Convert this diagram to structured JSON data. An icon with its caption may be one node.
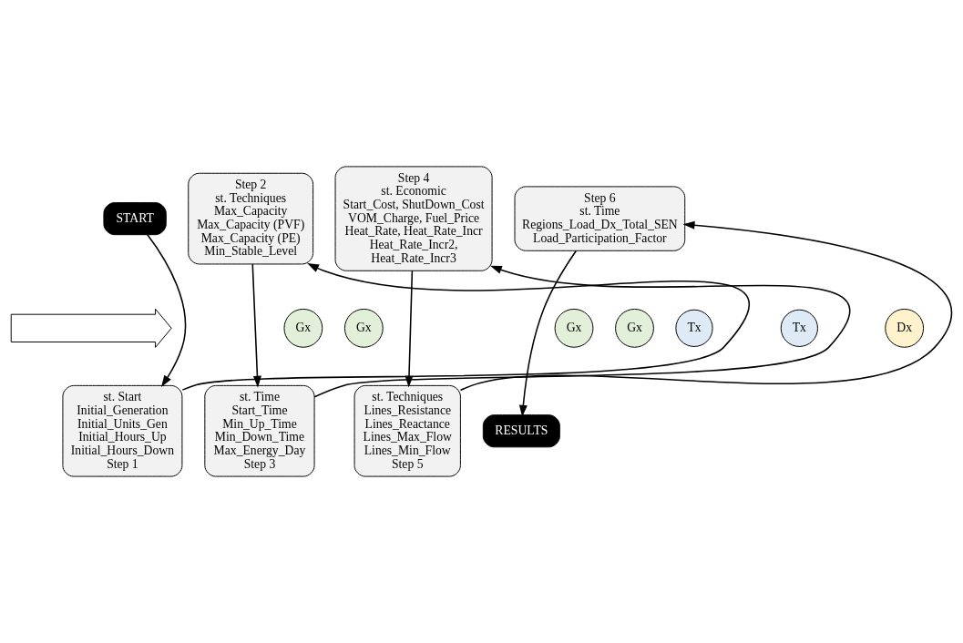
{
  "diagram": {
    "nodes": [
      {
        "text": [
          "START"
        ]
      },
      {
        "text": [
          "Step 2",
          "st. Techniques",
          "Max_Capacity",
          "Max_Capacity (PVF)",
          "Max_Capacity (PE)",
          "Min_Stable_Level"
        ]
      },
      {
        "text": [
          "Step 4",
          "st. Economic",
          "Start_Cost, ShutDown_Cost",
          "VOM_Charge, Fuel_Price",
          "Heat_Rate, Heat_Rate_Incr",
          "Heat_Rate_Incr2,",
          "Heat_Rate_Incr3"
        ]
      },
      {
        "text": [
          "Step 6",
          "st. Time",
          "Regions_Load_Dx_Total_SEN",
          "Load_Participation_Factor"
        ]
      },
      {
        "text": [],
        "shape": "arrow"
      },
      {
        "text": [
          "Gx"
        ]
      },
      {
        "text": [
          "Gx"
        ]
      },
      {
        "text": [
          "Gx"
        ]
      },
      {
        "text": [
          "Gx"
        ]
      },
      {
        "text": [
          "Tx"
        ]
      },
      {
        "text": [
          "Tx"
        ]
      },
      {
        "text": [
          "Dx"
        ]
      },
      {
        "text": [
          "st. Start",
          "Initial_Generation",
          "Initial_Units_Gen",
          "Initial_Hours_Up",
          "Initial_Hours_Down",
          "Step 1"
        ]
      },
      {
        "text": [
          "st. Time",
          "Start_Time",
          "Min_Up_Time",
          "Min_Down_Time",
          "Max_Energy_Day",
          "Step 3"
        ]
      },
      {
        "text": [
          "st. Techniques",
          "Lines_Resistance",
          "Lines_Reactance",
          "Lines_Max_Flow",
          "Lines_Min_Flow",
          "Step 5"
        ]
      },
      {
        "text": [
          "RESULTS"
        ]
      }
    ],
    "edges": [
      {
        "from": 0,
        "to": 12,
        "arrow": "to"
      },
      {
        "from": 12,
        "to": 1,
        "arrow": "to"
      },
      {
        "from": 1,
        "to": 13,
        "arrow": "to"
      },
      {
        "from": 13,
        "to": 2,
        "arrow": "to"
      },
      {
        "from": 2,
        "to": 14,
        "arrow": "to"
      },
      {
        "from": 14,
        "to": 3,
        "arrow": "to"
      },
      {
        "from": 3,
        "to": 15,
        "arrow": "to"
      }
    ]
  }
}
